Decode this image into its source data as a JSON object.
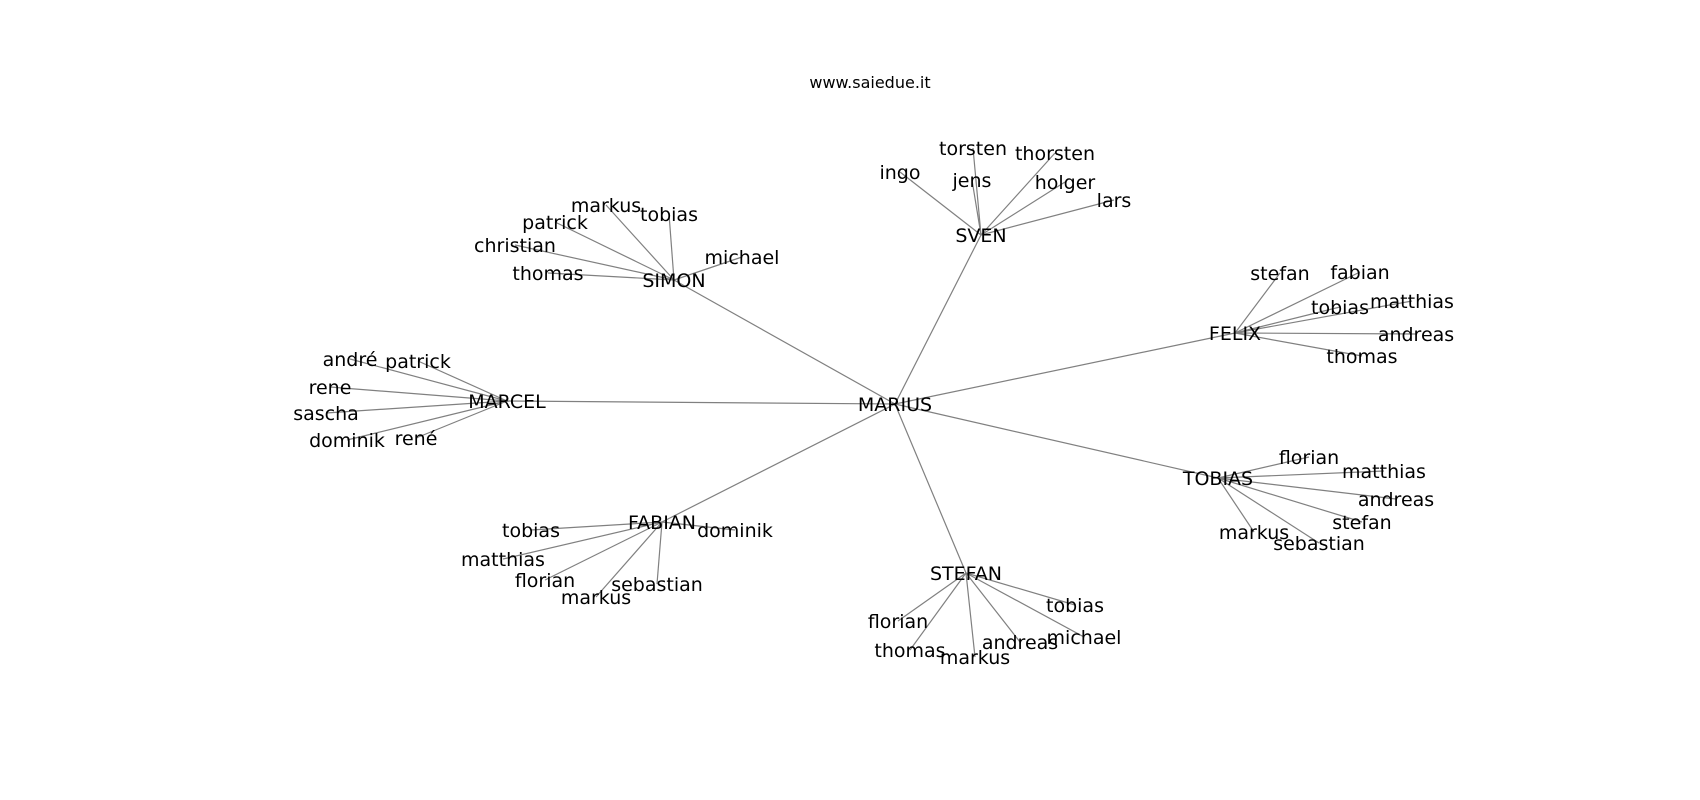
{
  "title": "www.saiedue.it",
  "edge_color": "#808080",
  "text_color": "#000000",
  "background_color": "#ffffff",
  "root": "MARIUS",
  "hubs": [
    {
      "id": "SVEN",
      "label": "SVEN",
      "leaves": [
        "ingo",
        "torsten",
        "jens",
        "thorsten",
        "holger",
        "lars"
      ]
    },
    {
      "id": "SIMON",
      "label": "SIMON",
      "leaves": [
        "markus",
        "tobias",
        "patrick",
        "christian",
        "thomas",
        "michael"
      ]
    },
    {
      "id": "FELIX",
      "label": "FELIX",
      "leaves": [
        "stefan",
        "fabian",
        "matthias",
        "tobias",
        "andreas",
        "thomas"
      ]
    },
    {
      "id": "MARCEL",
      "label": "MARCEL",
      "leaves": [
        "andré",
        "patrick",
        "rene",
        "sascha",
        "dominik",
        "rené"
      ]
    },
    {
      "id": "TOBIAS",
      "label": "TOBIAS",
      "leaves": [
        "florian",
        "matthias",
        "andreas",
        "stefan",
        "markus",
        "sebastian"
      ]
    },
    {
      "id": "FABIAN",
      "label": "FABIAN",
      "leaves": [
        "tobias",
        "dominik",
        "matthias",
        "florian",
        "markus",
        "sebastian"
      ]
    },
    {
      "id": "STEFAN",
      "label": "STEFAN",
      "leaves": [
        "tobias",
        "florian",
        "michael",
        "andreas",
        "thomas",
        "markus"
      ]
    }
  ]
}
